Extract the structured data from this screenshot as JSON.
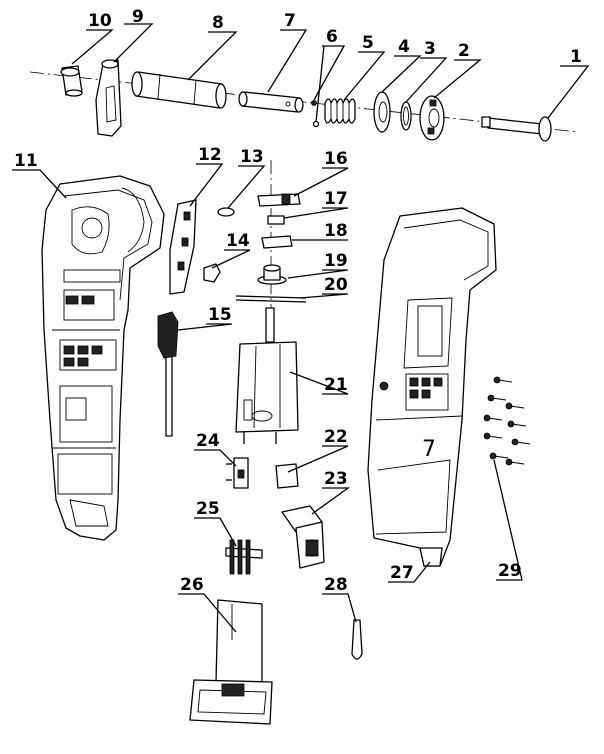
{
  "callouts": [
    "1",
    "2",
    "3",
    "4",
    "5",
    "6",
    "7",
    "8",
    "9",
    "10",
    "11",
    "12",
    "13",
    "14",
    "15",
    "16",
    "17",
    "18",
    "19",
    "20",
    "21",
    "22",
    "23",
    "24",
    "25",
    "26",
    "27",
    "28",
    "29"
  ],
  "glyphs": {
    "housing_mark": "7"
  }
}
